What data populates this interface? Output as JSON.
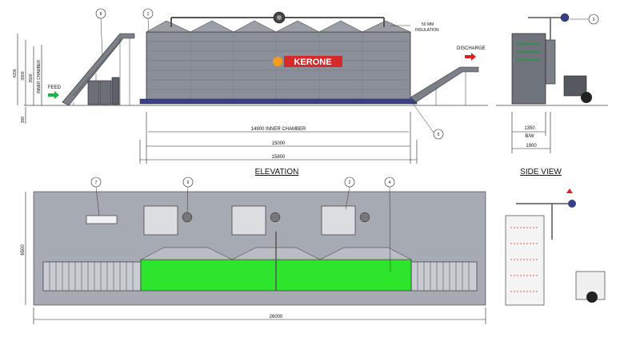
{
  "views": {
    "elevation_caption": "ELEVATION",
    "side_view_caption": "SIDE VIEW"
  },
  "brand": {
    "logo_text": "KERONE"
  },
  "elevation": {
    "label_feed": "FEED",
    "label_discharge": "DISCHARGE",
    "label_insulation_1": "50 MM",
    "label_insulation_2": "INSULATION",
    "label_inner_chamber_dim": "14900 INNER CHAMBER",
    "dim_15000": "15000",
    "dim_15800": "15800",
    "vert_4200": "4200",
    "vert_3900": "3900",
    "vert_3500": "3500",
    "vert_inner_chamber": "INNER CHAMBER",
    "vert_300": "300"
  },
  "side": {
    "dim_1350": "1350",
    "dim_bw": "B/W",
    "dim_1900": "1900"
  },
  "plan": {
    "dim_26000": "26000",
    "dim_6500": "6500"
  },
  "callouts": [
    "1",
    "2",
    "3",
    "4",
    "5",
    "6",
    "7",
    "8"
  ],
  "colors": {
    "body": "#8a8f99",
    "conveyor_belt": "#3a3f88",
    "floor_plate": "#a6aab3",
    "green_zone": "#2ee52e",
    "feed_arrow": "#1fb24a",
    "discharge_arrow": "#e02020",
    "logo_red": "#d62a2a",
    "logo_orange": "#f49b1c"
  }
}
